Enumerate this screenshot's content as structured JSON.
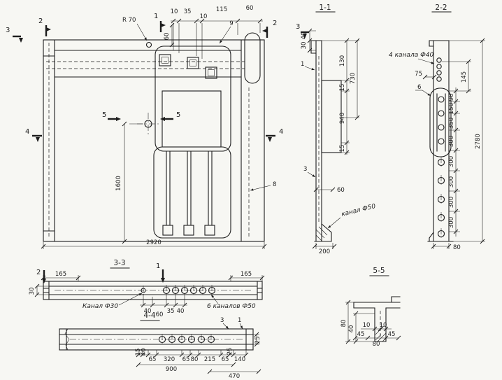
{
  "colors": {
    "paper": "#f7f7f3",
    "ink": "#1d1d1d"
  },
  "v": {
    "main": {
      "cut2_top": "2",
      "cut3_top": "3",
      "cut1_top": "1",
      "radius": "R 70",
      "d10a": "10",
      "d35": "35",
      "d10b": "10",
      "d115": "115",
      "d60top": "60",
      "d60v": "60",
      "callout9": "9",
      "cut2_right": "2",
      "cut5_left": "5",
      "cut5_right": "5",
      "cut4_left": "4",
      "cut4_right": "4",
      "d1600": "1600",
      "callout8": "8",
      "d2920": "2920"
    },
    "s11": {
      "title": "1-1",
      "cut3": "3",
      "d40": "40",
      "d30": "30",
      "callout1": "1",
      "d130": "130",
      "d730": "730",
      "d15a": "15",
      "d940": "940",
      "d15b": "15",
      "callout3": "3",
      "d60": "60",
      "kanal50": "канал Ф50",
      "d200": "200"
    },
    "s22": {
      "title": "2-2",
      "kanala40": "4 канала Ф40",
      "d75": "75",
      "callout6": "6",
      "d145": "145",
      "d90": "90",
      "d150": "150",
      "d350": "350",
      "d300a": "300",
      "d300b": "300",
      "d300c": "300",
      "d300d": "300",
      "d300e": "300",
      "d2780": "2780",
      "d80": "80"
    },
    "s33": {
      "title": "3-3",
      "cut2": "2",
      "cut1": "1",
      "d165l": "165",
      "d165r": "165",
      "d30": "30",
      "kanal30": "Канал Ф30",
      "d40a": "40",
      "d60": "60",
      "d35": "35",
      "d40b": "40",
      "kanalov50": "6 каналов Ф50"
    },
    "s44": {
      "title": "4-4",
      "callout3": "3",
      "callout1": "1",
      "d25r": "25",
      "d15": "15",
      "d40": "40",
      "d65a": "65",
      "d320": "320",
      "d65b": "65",
      "d80": "80",
      "d215": "215",
      "d65c": "65",
      "d25": "25",
      "d140": "140",
      "d900": "900",
      "d470": "470"
    },
    "s55": {
      "title": "5-5",
      "d80l": "80",
      "d40l": "40",
      "d10a": "10",
      "d10b": "10",
      "d45a": "45",
      "d80b": "80",
      "d45b": "45"
    }
  }
}
